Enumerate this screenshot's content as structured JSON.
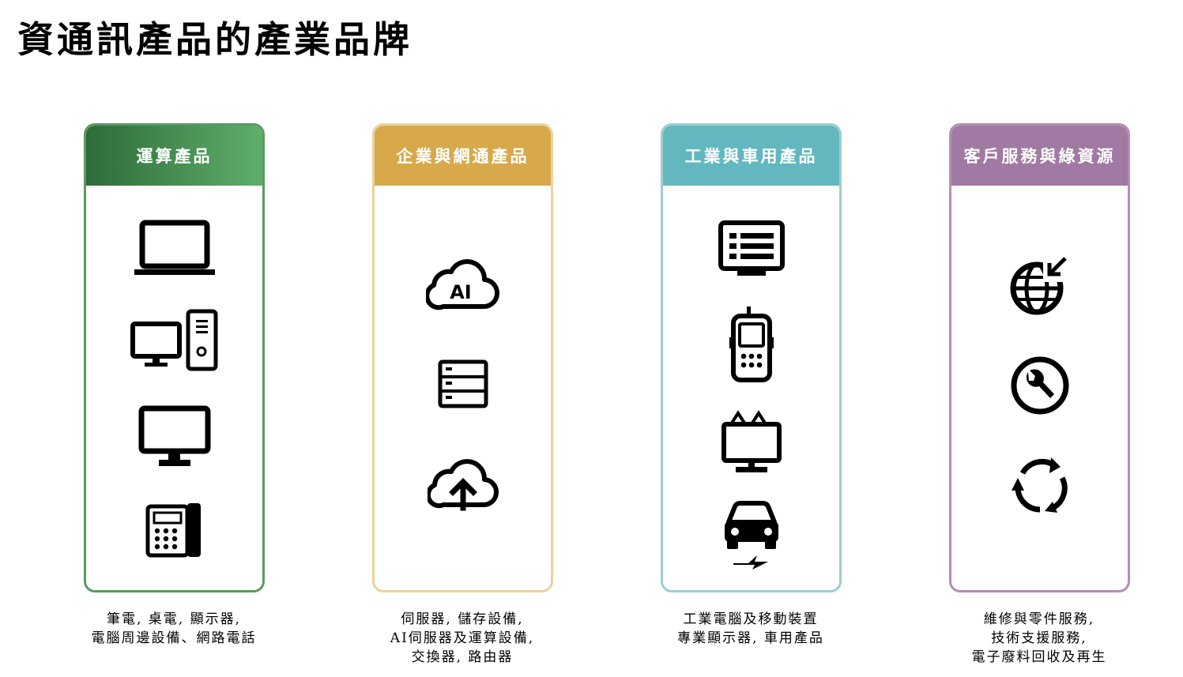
{
  "page": {
    "title": "資通訊產品的產業品牌"
  },
  "cards": [
    {
      "title": "運算產品",
      "border_color": "#5a9a63",
      "header_colors": [
        "#2f6b3a",
        "#5fae6a"
      ],
      "icons": [
        "laptop-icon",
        "desktop-tower-icon",
        "monitor-icon",
        "desk-phone-icon"
      ],
      "caption": [
        "筆電, 桌電, 顯示器,",
        "電腦周邊設備、網路電話"
      ]
    },
    {
      "title": "企業與網通產品",
      "border_color": "#ebd39c",
      "header_colors": [
        "#d7a94b",
        "#d7a94b"
      ],
      "icons": [
        "ai-cloud-icon",
        "server-icon",
        "cloud-upload-icon"
      ],
      "caption": [
        "伺服器, 儲存設備,",
        "AI伺服器及運算設備,",
        "交換器, 路由器"
      ]
    },
    {
      "title": "工業與車用產品",
      "border_color": "#9ccdd2",
      "header_colors": [
        "#63b8c0",
        "#63b8c0"
      ],
      "icons": [
        "industrial-pc-icon",
        "handheld-device-icon",
        "signage-display-icon",
        "electric-car-icon"
      ],
      "caption": [
        "工業電腦及移動裝置",
        "專業顯示器, 車用產品"
      ]
    },
    {
      "title": "客戶服務與綠資源",
      "border_color": "#b38fb3",
      "header_colors": [
        "#a07aa2",
        "#a07aa2"
      ],
      "icons": [
        "globe-service-icon",
        "repair-wrench-icon",
        "recycle-icon"
      ],
      "caption": [
        "維修與零件服務,",
        "技術支援服務,",
        "電子廢料回收及再生"
      ]
    }
  ]
}
